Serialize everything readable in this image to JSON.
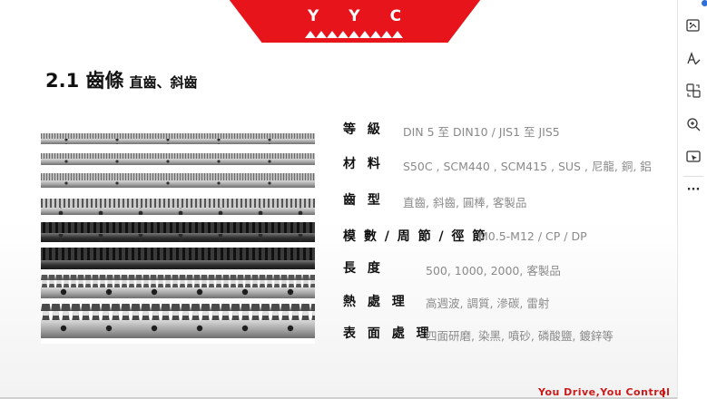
{
  "header": {
    "brand": [
      "Y",
      "Y",
      "C"
    ],
    "accent_color": "#e8141b"
  },
  "title": {
    "main": "2.1 齒條",
    "sub": "直齒、斜齒"
  },
  "photo": {
    "icon": "gear-rack-product-photo"
  },
  "specs": [
    {
      "label": "等 級",
      "value": "DIN 5 至 DIN10 / JIS1 至 JIS5"
    },
    {
      "label": "材 料",
      "value": "S50C , SCM440 , SCM415 , SUS , 尼龍, 銅, 鋁"
    },
    {
      "label": "齒 型",
      "value": "直齒, 斜齒, 圓棒, 客製品"
    },
    {
      "label": "模 數 / 周 節 / 徑 節",
      "value": "M0.5-M12 / CP / DP"
    },
    {
      "label": "長 度",
      "value": "500, 1000, 2000, 客製品"
    },
    {
      "label": "熱 處 理",
      "value": "高週波, 調質, 滲碳, 雷射"
    },
    {
      "label": "表 面 處 理",
      "value": "四面研磨, 染黑, 噴砂, 磷酸鹽, 鍍鋅等"
    }
  ],
  "tagline": "You Drive,You Control",
  "toolbar": {
    "buttons": [
      "image-edit-icon",
      "text-style-icon",
      "translate-icon",
      "zoom-icon",
      "screen-capture-icon",
      "more-icon"
    ],
    "more_label": "···",
    "indicator_color": "#2f6fd6"
  }
}
